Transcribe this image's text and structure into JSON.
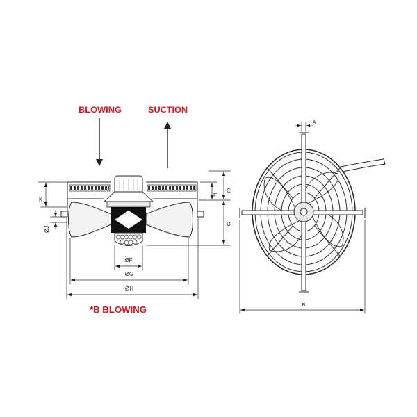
{
  "side_view": {
    "airflow": {
      "blowing": "BLOWING",
      "suction": "SUCTION"
    },
    "dimensions": {
      "C": "C",
      "E": "E",
      "D": "D",
      "K": "K",
      "J": "ØJ",
      "F": "ØF",
      "G": "ØG",
      "H": "ØH"
    },
    "note": "*B BLOWING"
  },
  "front_view": {
    "dimensions": {
      "A": "A",
      "B": "B"
    }
  },
  "colors": {
    "annotation": "#d4141c",
    "line": "#2a2a2a",
    "motor": "#111111"
  }
}
